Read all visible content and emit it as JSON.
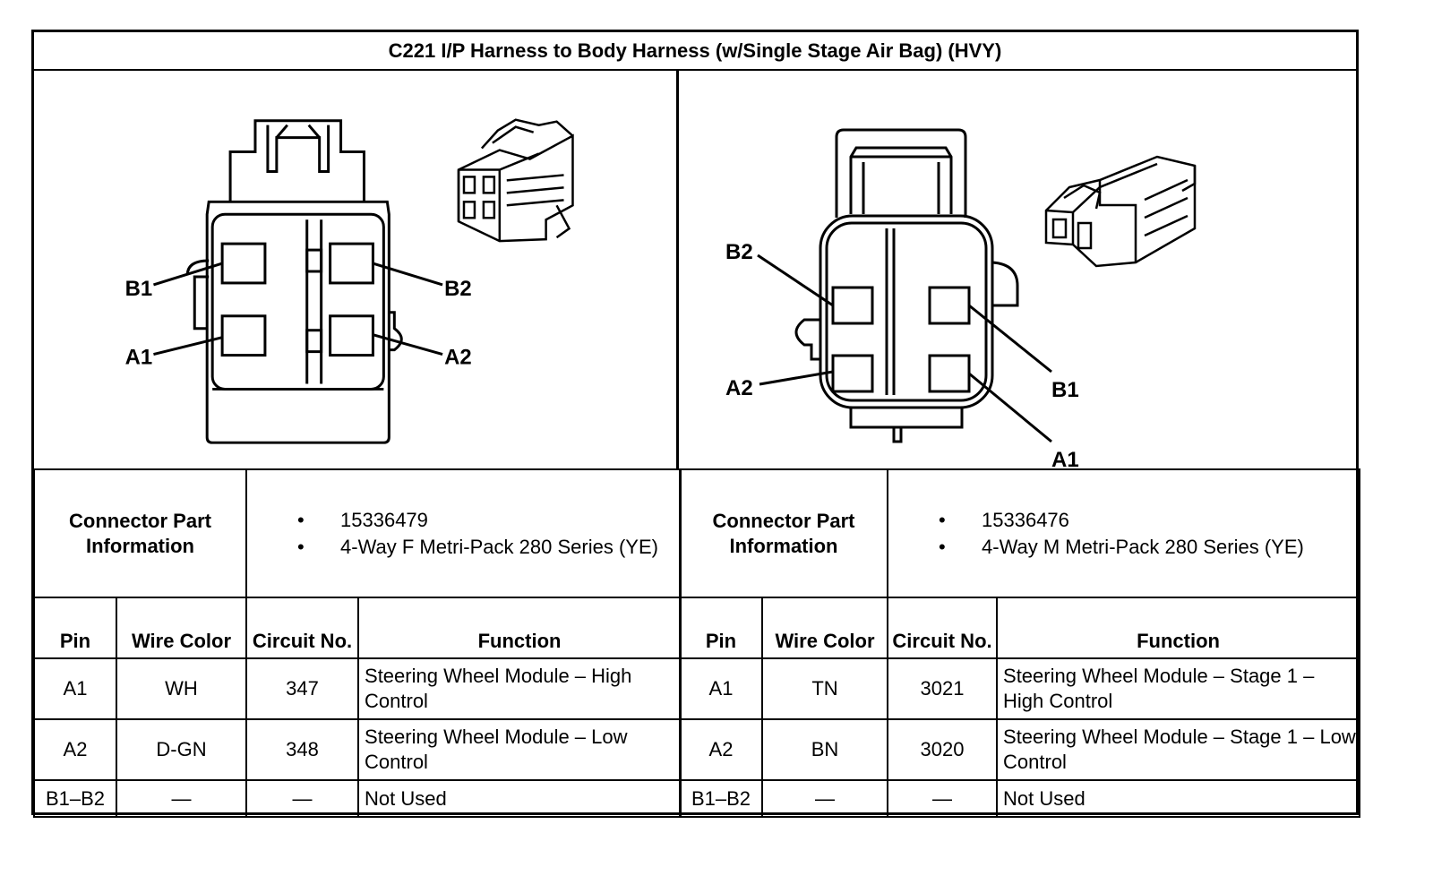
{
  "title": "C221 I/P Harness to Body Harness (w/Single Stage Air Bag) (HVY)",
  "left": {
    "pin_labels": {
      "b1": "B1",
      "b2": "B2",
      "a1": "A1",
      "a2": "A2"
    },
    "connector_info_label": "Connector Part Information",
    "connector_info": [
      "15336479",
      "4-Way F Metri-Pack 280 Series (YE)"
    ],
    "headers": {
      "pin": "Pin",
      "wire_color": "Wire Color",
      "circuit_no": "Circuit No.",
      "function": "Function"
    },
    "rows": [
      {
        "pin": "A1",
        "wire_color": "WH",
        "circuit": "347",
        "function": "Steering Wheel Module – High Control"
      },
      {
        "pin": "A2",
        "wire_color": "D-GN",
        "circuit": "348",
        "function": "Steering Wheel Module – Low Control"
      },
      {
        "pin": "B1–B2",
        "wire_color": "—",
        "circuit": "—",
        "function": "Not Used"
      }
    ]
  },
  "right": {
    "pin_labels": {
      "b1": "B1",
      "b2": "B2",
      "a1": "A1",
      "a2": "A2"
    },
    "connector_info_label": "Connector Part Information",
    "connector_info": [
      "15336476",
      "4-Way M Metri-Pack 280 Series (YE)"
    ],
    "headers": {
      "pin": "Pin",
      "wire_color": "Wire Color",
      "circuit_no": "Circuit No.",
      "function": "Function"
    },
    "rows": [
      {
        "pin": "A1",
        "wire_color": "TN",
        "circuit": "3021",
        "function": "Steering Wheel Module – Stage 1 – High Control"
      },
      {
        "pin": "A2",
        "wire_color": "BN",
        "circuit": "3020",
        "function": "Steering Wheel Module – Stage 1 – Low Control"
      },
      {
        "pin": "B1–B2",
        "wire_color": "—",
        "circuit": "—",
        "function": "Not Used"
      }
    ]
  },
  "icons": [
    "female-connector-face",
    "female-connector-3d",
    "male-connector-face",
    "male-connector-3d"
  ]
}
